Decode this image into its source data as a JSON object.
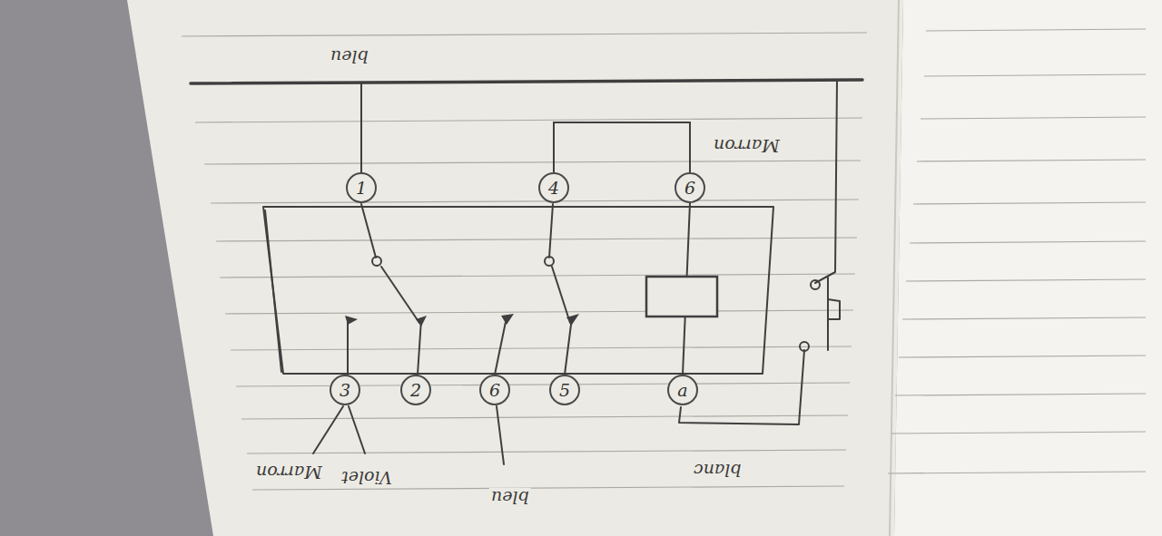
{
  "diagram": {
    "nodes": [
      {
        "text": [
          "1"
        ]
      },
      {
        "text": [
          "4"
        ]
      },
      {
        "text": [
          "6"
        ]
      },
      {
        "text": [
          "3"
        ]
      },
      {
        "text": [
          "2"
        ]
      },
      {
        "text": [
          "6"
        ]
      },
      {
        "text": [
          "5"
        ]
      },
      {
        "text": [
          "a"
        ]
      }
    ],
    "edges": [
      {
        "from": 1,
        "to": 2,
        "arrow": "none"
      },
      {
        "from": 2,
        "to": 7,
        "arrow": "none"
      }
    ],
    "labels": [
      "bleu",
      "Marron",
      "blanc",
      "bleu",
      "Violet",
      "Marron"
    ]
  }
}
